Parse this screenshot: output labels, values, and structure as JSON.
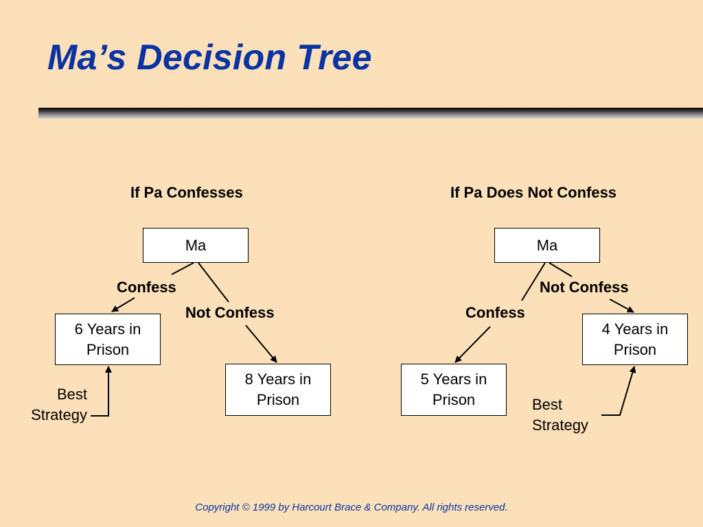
{
  "title": "Ma’s Decision Tree",
  "copyright": "Copyright © 1999 by Harcourt Brace & Company. All rights reserved.",
  "left_tree": {
    "heading": "If Pa Confesses",
    "root": "Ma",
    "branch_confess": "Confess",
    "branch_not_confess": "Not Confess",
    "outcome_confess": "6 Years in Prison",
    "outcome_not_confess": "8 Years in Prison",
    "best_strategy": "Best Strategy"
  },
  "right_tree": {
    "heading": "If Pa Does Not Confess",
    "root": "Ma",
    "branch_confess": "Confess",
    "branch_not_confess": "Not Confess",
    "outcome_confess": "5 Years in Prison",
    "outcome_not_confess": "4 Years in Prison",
    "best_strategy": "Best Strategy"
  }
}
